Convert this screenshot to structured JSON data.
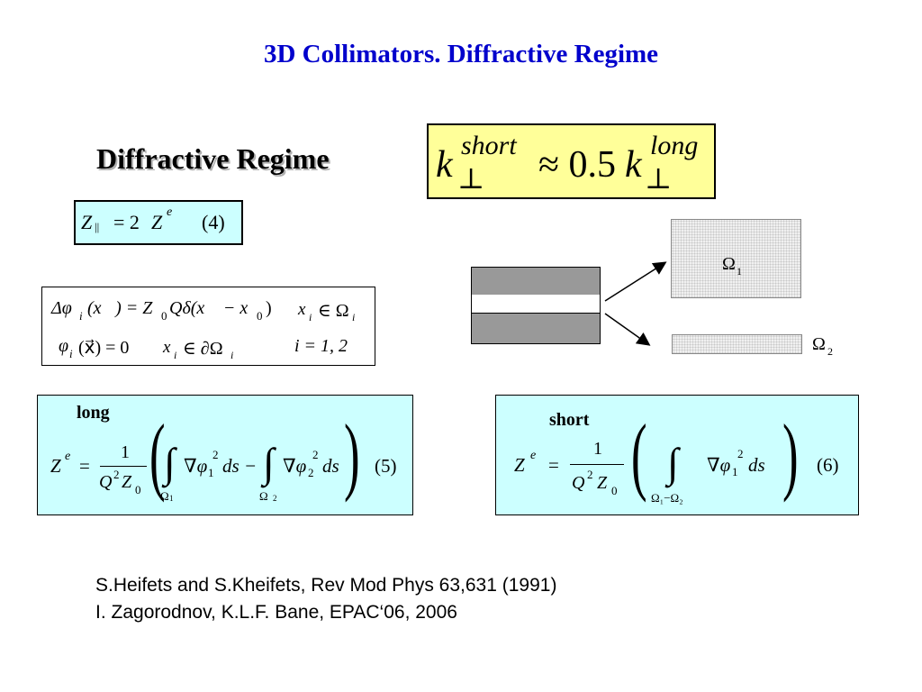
{
  "title": "3D Collimators. Diffractive Regime",
  "regime_heading": "Diffractive Regime",
  "eq_k": {
    "k": "k",
    "perp": "⊥",
    "short": "short",
    "approx": "≈ 0.5",
    "k2": "k",
    "long": "long"
  },
  "eq4": {
    "z": "Z",
    "par": "||",
    "rhs": "= 2",
    "z2": "Z",
    "e": "e",
    "num": "(4)"
  },
  "boundary": {
    "l1a": "Δφ",
    "l1a_sub": "i",
    "l1b": "(x⃗) = Z",
    "l1b_sub": "0",
    "l1c": "Qδ(x⃗ − x⃗",
    "l1c_sub": "0",
    "l1d": ")",
    "l1e": "x⃗",
    "l1e_sub": "i",
    "l1f": "∈ Ω",
    "l1f_sub": "i",
    "l2a": "φ",
    "l2a_sub": "i",
    "l2b": "(x⃗) = 0",
    "l2c": "x⃗",
    "l2c_sub": "i",
    "l2d": "∈ ∂Ω",
    "l2d_sub": "i",
    "l2e": "i = 1, 2"
  },
  "diagram": {
    "omega1": "Ω",
    "omega1_sub": "1",
    "omega2": "Ω",
    "omega2_sub": "2"
  },
  "eq5": {
    "label": "long",
    "z": "Z",
    "e": "e",
    "eq": "=",
    "one": "1",
    "q": "Q",
    "q_sup": "2",
    "z0": "Z",
    "z0_sub": "0",
    "term1": "∇φ",
    "term1_sub": "1",
    "term1_sup": "2",
    "ds1": "ds −",
    "term2": "∇φ",
    "term2_sub": "2",
    "term2_sup": "2",
    "ds2": "ds",
    "lim1": "Ω",
    "lim1_sub": "1",
    "lim2": "Ω",
    "lim2_sub": "2",
    "num": "(5)"
  },
  "eq6": {
    "label": "short",
    "z": "Z",
    "e": "e",
    "eq": "=",
    "one": "1",
    "q": "Q",
    "q_sup": "2",
    "z0": "Z",
    "z0_sub": "0",
    "term1": "∇φ",
    "term1_sub": "1",
    "term1_sup": "2",
    "ds1": "ds",
    "lim": "Ω₁−Ω₂",
    "num": "(6)"
  },
  "references": [
    "S.Heifets and S.Kheifets, Rev Mod Phys 63,631 (1991)",
    "I. Zagorodnov, K.L.F. Bane, EPAC‘06, 2006"
  ],
  "colors": {
    "title": "#0000cc",
    "yellow_box": "#ffff99",
    "cyan_box": "#ccffff",
    "gray_bar": "#999999"
  }
}
